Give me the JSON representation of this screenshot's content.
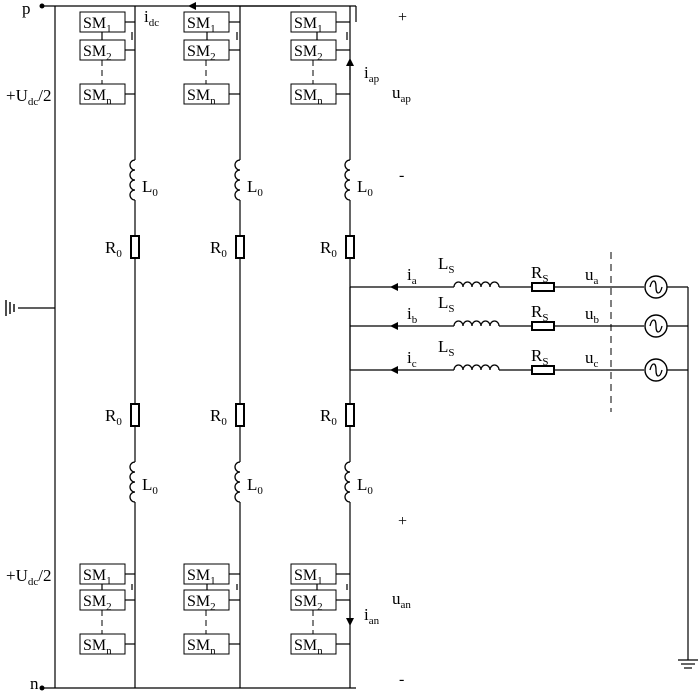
{
  "labels": {
    "p": "p",
    "n": "n",
    "udc_top": "+U",
    "udc_top_sub": "dc",
    "udc_top_tail": "/2",
    "udc_bot": "+U",
    "udc_bot_sub": "dc",
    "udc_bot_tail": "/2",
    "idc": "i",
    "idc_sub": "dc",
    "iap": "i",
    "iap_sub": "ap",
    "uap": "u",
    "uap_sub": "ap",
    "ian": "i",
    "ian_sub": "an",
    "uan": "u",
    "uan_sub": "an",
    "plus": "+",
    "minus": "-"
  },
  "submodule": {
    "sm1": "SM",
    "sm1_sub": "1",
    "sm2": "SM",
    "sm2_sub": "2",
    "smn": "SM",
    "smn_sub": "n"
  },
  "arm": {
    "inductor": "L",
    "inductor_sub": "0",
    "resistor": "R",
    "resistor_sub": "0"
  },
  "ac_side": {
    "ls": "L",
    "ls_sub": "S",
    "rs": "R",
    "rs_sub": "S",
    "phases": [
      {
        "i": "i",
        "i_sub": "a",
        "u": "u",
        "u_sub": "a"
      },
      {
        "i": "i",
        "i_sub": "b",
        "u": "u",
        "u_sub": "b"
      },
      {
        "i": "i",
        "i_sub": "c",
        "u": "u",
        "u_sub": "c"
      }
    ]
  }
}
